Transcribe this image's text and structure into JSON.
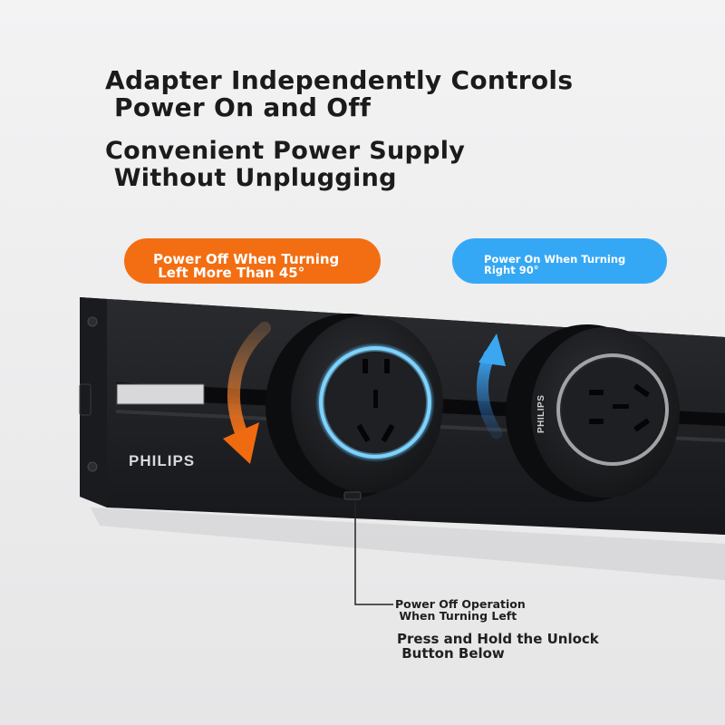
{
  "headline_1": {
    "line1": "Adapter Independently Controls",
    "line2": " Power On and Off"
  },
  "headline_2": {
    "line1": "Convenient Power Supply",
    "line2": " Without Unplugging"
  },
  "left_pill": {
    "line1": "Power Off When Turning",
    "line2": " Left More Than 45°",
    "color": "#f36e12"
  },
  "right_pill": {
    "line1": "Power On When Turning",
    "line2": "Right 90°",
    "color": "#35a8f5"
  },
  "brand": {
    "track_logo": "PHILIPS",
    "adapter_logo": "PHILIPS"
  },
  "callout_1": {
    "line1": "Power Off Operation",
    "line2": " When Turning Left"
  },
  "callout_2": {
    "line1": "Press and Hold the Unlock",
    "line2": " Button Below"
  },
  "colors": {
    "ring_blue": "#8fd8ff",
    "ring_gray": "#9a9a9a",
    "track": "#1e1f22"
  }
}
